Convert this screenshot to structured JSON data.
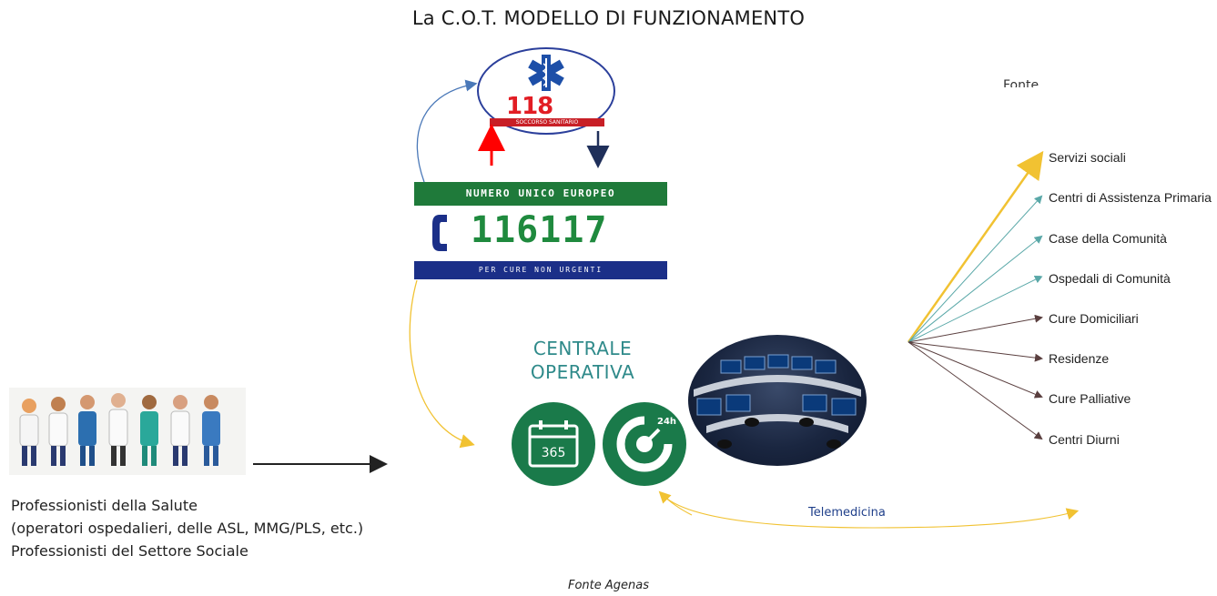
{
  "title": "La C.O.T. MODELLO DI FUNZIONAMENTO",
  "badge_118": {
    "number": "118",
    "ribbon": "SOCCORSO SANITARIO"
  },
  "nue": {
    "top": "NUMERO UNICO EUROPEO",
    "number": "116117",
    "bottom": "PER CURE NON URGENTI"
  },
  "central": {
    "line1": "CENTRALE",
    "line2": "OPERATIVA"
  },
  "tiles": {
    "days": "365",
    "hours": "24h"
  },
  "destinations": [
    "Servizi sociali",
    "Centri di Assistenza Primaria",
    "Case della Comunità",
    "Ospedali di Comunità",
    "Cure Domiciliari",
    "Residenze",
    "Cure Palliative",
    "Centri Diurni"
  ],
  "caption": [
    "Professionisti della Salute",
    "(operatori ospedalieri, delle ASL, MMG/PLS, etc.)",
    "Professionisti del Settore Sociale"
  ],
  "telemedicine": "Telemedicina",
  "source": "Fonte Agenas",
  "top_right_cropped": "Fonte Agenas",
  "colors": {
    "green": "#1f7a3a",
    "navy": "#1b2f88",
    "teal_text": "#2f8a8a",
    "yellow_arrow": "#f1c232",
    "teal_arrow": "#5aa8a8",
    "brown_arrow": "#6a4a4a",
    "red_arrow": "#ff0000",
    "blue_arrow": "#4a78b8"
  }
}
